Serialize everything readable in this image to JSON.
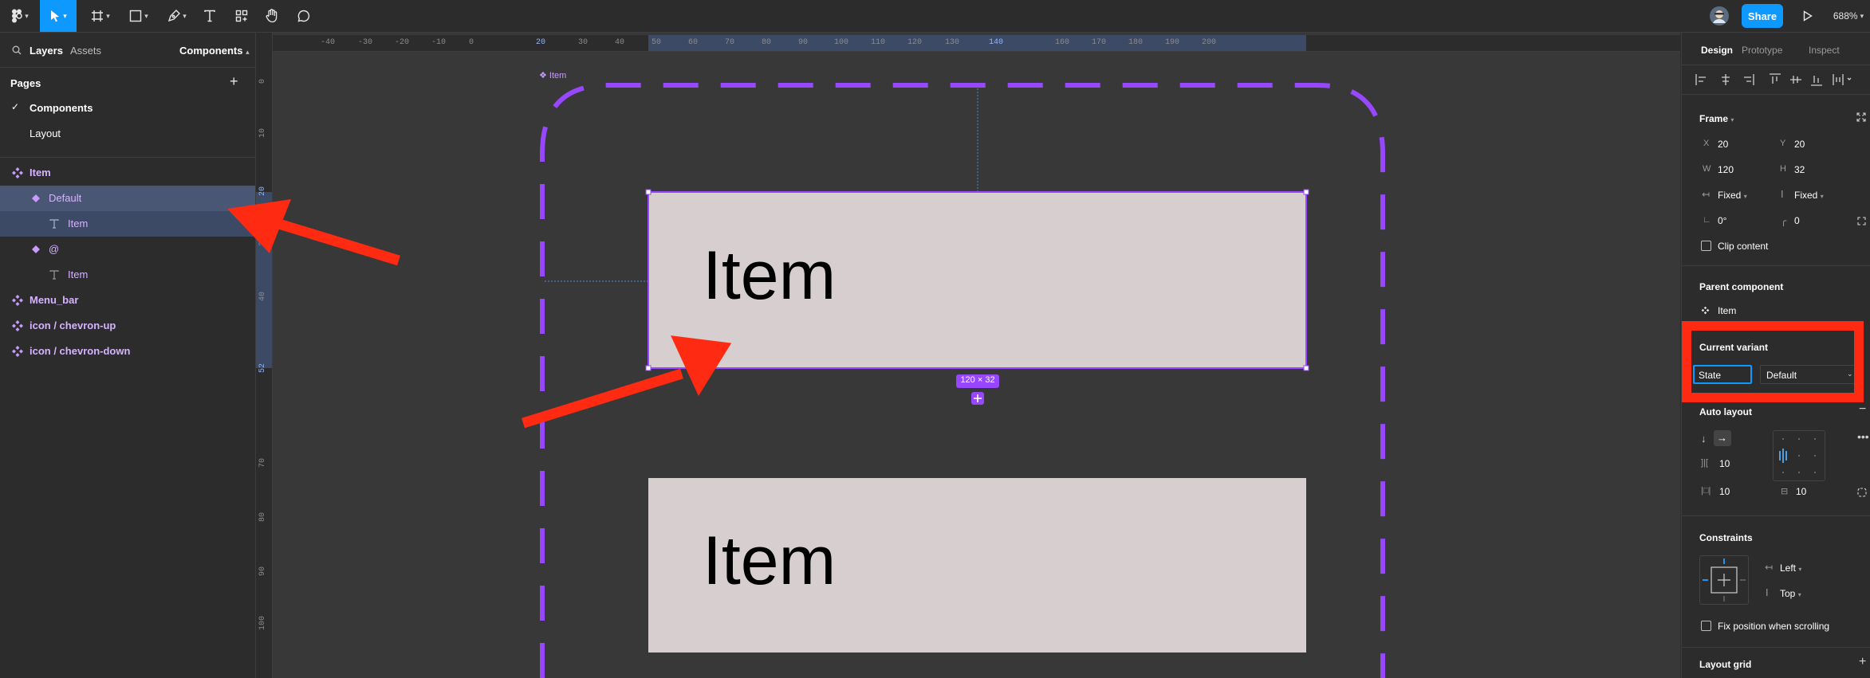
{
  "toolbar": {
    "share_label": "Share",
    "zoom": "688%",
    "icons": [
      "figma-menu-icon",
      "move-tool-icon",
      "frame-tool-icon",
      "shape-tool-icon",
      "pen-tool-icon",
      "text-tool-icon",
      "resources-icon",
      "hand-tool-icon",
      "comment-tool-icon",
      "avatar",
      "present-icon"
    ]
  },
  "left_panel": {
    "tabs": {
      "layers": "Layers",
      "assets": "Assets",
      "components": "Components"
    },
    "pages_title": "Pages",
    "pages": [
      {
        "label": "Components",
        "active": true
      },
      {
        "label": "Layout",
        "active": false
      }
    ],
    "layers": [
      {
        "label": "Item",
        "icon": "component-set-icon"
      },
      {
        "label": "Default",
        "icon": "variant-icon"
      },
      {
        "label": "Item",
        "icon": "text-layer-icon"
      },
      {
        "label": "@",
        "icon": "variant-icon"
      },
      {
        "label": "Item",
        "icon": "text-layer-icon"
      },
      {
        "label": "Menu_bar",
        "icon": "component-set-icon"
      },
      {
        "label": "icon / chevron-up",
        "icon": "component-set-icon"
      },
      {
        "label": "icon / chevron-down",
        "icon": "component-set-icon"
      }
    ]
  },
  "canvas": {
    "ruler_top": [
      "-40",
      "-30",
      "-20",
      "-10",
      "0",
      "20",
      "30",
      "40",
      "50",
      "60",
      "70",
      "80",
      "90",
      "100",
      "110",
      "120",
      "130",
      "140",
      "160",
      "170",
      "180",
      "190",
      "200"
    ],
    "ruler_left": [
      "0",
      "10",
      "20",
      "30",
      "40",
      "52",
      "70",
      "80",
      "90",
      "100"
    ],
    "frame_label": "Item",
    "item_text_1": "Item",
    "item_text_2": "Item",
    "size_badge": "120 × 32",
    "colors": {
      "frame_dash": "#9747ff",
      "item_fill": "#d6cecf",
      "selection": "#9747ff",
      "annotation": "#ff2a12"
    }
  },
  "right_panel": {
    "tabs": {
      "design": "Design",
      "prototype": "Prototype",
      "inspect": "Inspect"
    },
    "frame_title": "Frame",
    "x_label": "X",
    "x": "20",
    "y_label": "Y",
    "y": "20",
    "w_label": "W",
    "w": "120",
    "h_label": "H",
    "h": "32",
    "h_resize": "Fixed",
    "v_resize": "Fixed",
    "rotation": "0°",
    "radius": "0",
    "clip_content": "Clip content",
    "parent_component_title": "Parent component",
    "parent_component": "Item",
    "current_variant_title": "Current variant",
    "variant_property": "State",
    "variant_value": "Default",
    "auto_layout_title": "Auto layout",
    "spacing": "10",
    "padding_h": "10",
    "padding_v": "10",
    "constraints_title": "Constraints",
    "constraint_h": "Left",
    "constraint_v": "Top",
    "fix_position": "Fix position when scrolling",
    "layout_grid_title": "Layout grid"
  }
}
